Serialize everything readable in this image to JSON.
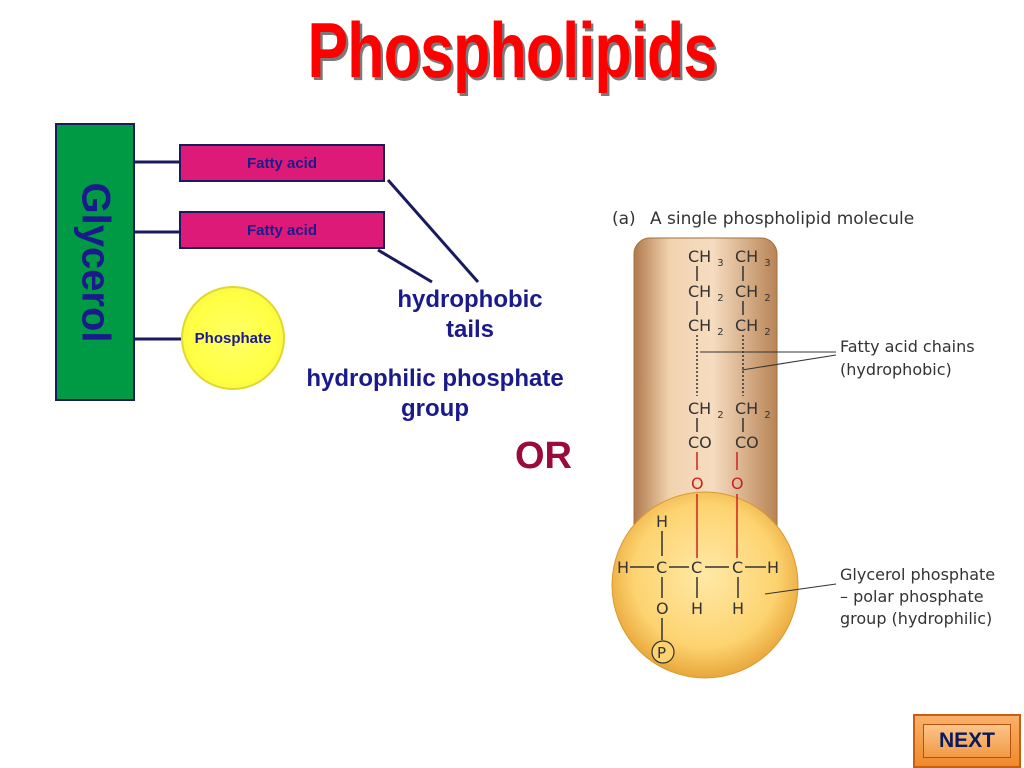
{
  "title": "Phospholipids",
  "left_diagram": {
    "glycerol_label": "Glycerol",
    "fatty_acid_1": "Fatty acid",
    "fatty_acid_2": "Fatty acid",
    "phosphate_label": "Phosphate",
    "hydrophobic_label_line1": "hydrophobic",
    "hydrophobic_label_line2": "tails",
    "hydrophilic_label_line1": "hydrophilic phosphate",
    "hydrophilic_label_line2": "group"
  },
  "or_text": "OR",
  "figure": {
    "caption_letter": "(a)",
    "caption": "A single phospholipid molecule",
    "fatty_acid_annotation_line1": "Fatty acid chains",
    "fatty_acid_annotation_line2": "(hydrophobic)",
    "glycerol_annotation_line1": "Glycerol phosphate",
    "glycerol_annotation_line2": "– polar phosphate",
    "glycerol_annotation_line3": "group (hydrophilic)",
    "atoms": {
      "ch": "CH",
      "sub3": "3",
      "sub2": "2",
      "co": "CO",
      "o": "O",
      "h": "H",
      "c": "C",
      "p": "P"
    }
  },
  "next_button": "NEXT",
  "colors": {
    "title": "#ff0000",
    "glycerol": "#009a44",
    "fatty_acid": "#dd1a78",
    "phosphate": "#ffff44",
    "label_text": "#1a1a8c",
    "or_text": "#9b0a3c",
    "oxygen": "#cc2222"
  }
}
